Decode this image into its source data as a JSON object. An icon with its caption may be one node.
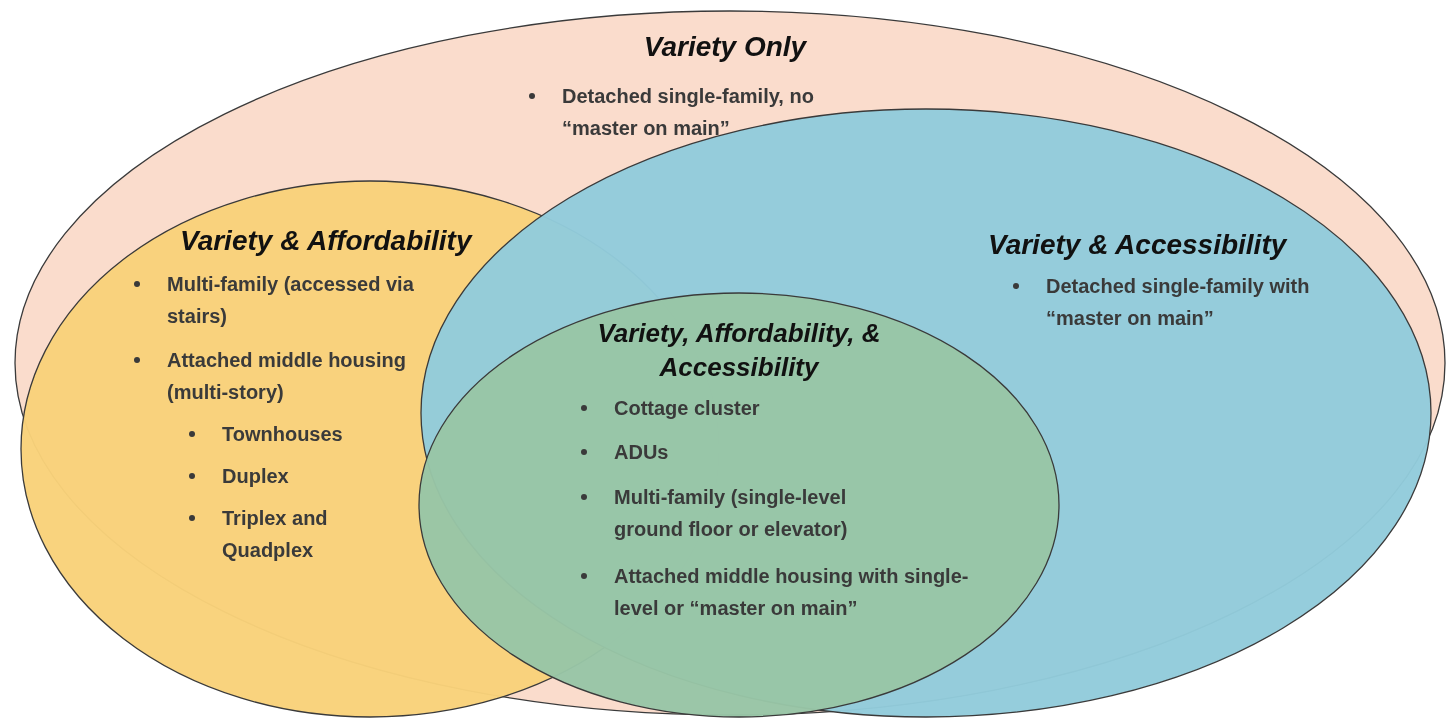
{
  "diagram": {
    "nodes": [
      {
        "text": [
          "Variety Only",
          "Detached single-family, no “master on main”"
        ]
      },
      {
        "text": [
          "Variety & Affordability",
          "Multi-family (accessed via stairs)",
          "Attached middle housing (multi-story)",
          "Townhouses",
          "Duplex",
          "Triplex and Quadplex"
        ],
        "in": 0
      },
      {
        "text": [
          "Variety & Accessibility",
          "Detached single-family with “master on main”"
        ],
        "in": 0
      },
      {
        "text": [
          "Variety, Affordability, & Accessibility",
          "Cottage cluster",
          "ADUs",
          "Multi-family (single-level ground floor or elevator)",
          "Attached middle housing with single-level or “master on main”"
        ],
        "in": 2
      }
    ]
  }
}
